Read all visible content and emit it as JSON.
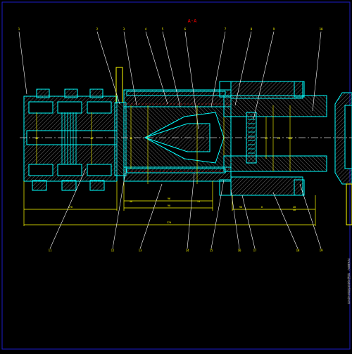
{
  "drawing": {
    "section_title": "A-A",
    "colors": {
      "background": "#000000",
      "border": "#1c1cc8",
      "outline": "#00ffff",
      "hatch": "#6a6a6a",
      "dimension": "#ffff00",
      "leader": "#ffffff",
      "title": "#ff0000",
      "centerline": "#d0d0d0",
      "dashed": "#ff3030"
    },
    "top_callouts": [
      "1",
      "2",
      "3",
      "4",
      "5",
      "6",
      "7",
      "8",
      "9",
      "10"
    ],
    "bottom_callouts": [
      "11",
      "12",
      "13",
      "14",
      "15",
      "16",
      "17",
      "18",
      "19",
      "20"
    ],
    "dimensions": [
      "48",
      "48",
      "48",
      "1",
      "176",
      "90",
      "48",
      "14",
      "96",
      "15",
      "24",
      "96",
      "8",
      "300",
      "20",
      "40",
      "370"
    ],
    "side_note": "技术要求: 装配后各运动部件应灵活"
  }
}
